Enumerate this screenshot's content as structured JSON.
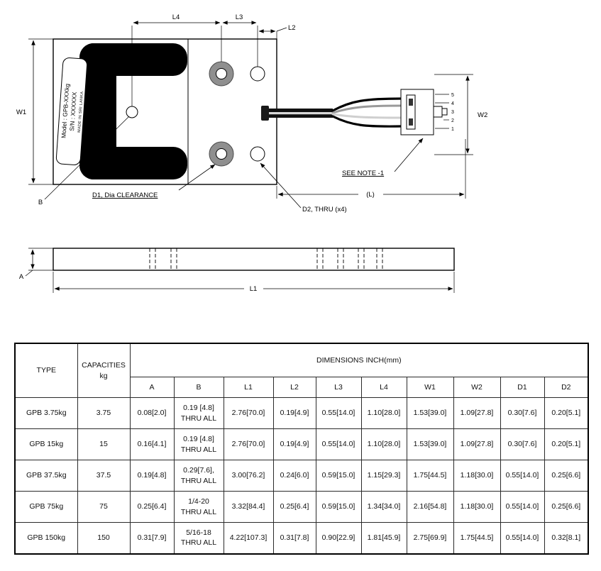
{
  "drawing": {
    "plate": {
      "model": "Model : GPB-XXXkg",
      "serial": "S/N : XXXXXX",
      "origin": "MADE IN SRI LANKA"
    },
    "dims": {
      "W1": "W1",
      "W2": "W2",
      "L2": "L2",
      "L3": "L3",
      "L4": "L4",
      "L": "(L)",
      "A": "A",
      "L1": "L1"
    },
    "callouts": {
      "B": "B",
      "D1": "D1, Dia CLEARANCE",
      "D2": "D2, THRU (x4)",
      "note": "SEE NOTE -1"
    },
    "pins": [
      "5",
      "4",
      "3",
      "2",
      "1"
    ]
  },
  "table": {
    "header": {
      "type": "TYPE",
      "capacities": "CAPACITIES\nkg",
      "dimensions": "DIMENSIONS INCH(mm)",
      "columns": [
        "A",
        "B",
        "L1",
        "L2",
        "L3",
        "L4",
        "W1",
        "W2",
        "D1",
        "D2"
      ]
    },
    "rows": [
      {
        "type": "GPB 3.75kg",
        "capacity": "3.75",
        "values": [
          "0.08[2.0]",
          "0.19 [4.8]\nTHRU ALL",
          "2.76[70.0]",
          "0.19[4.9]",
          "0.55[14.0]",
          "1.10[28.0]",
          "1.53[39.0]",
          "1.09[27.8]",
          "0.30[7.6]",
          "0.20[5.1]"
        ]
      },
      {
        "type": "GPB 15kg",
        "capacity": "15",
        "values": [
          "0.16[4.1]",
          "0.19 [4.8]\nTHRU ALL",
          "2.76[70.0]",
          "0.19[4.9]",
          "0.55[14.0]",
          "1.10[28.0]",
          "1.53[39.0]",
          "1.09[27.8]",
          "0.30[7.6]",
          "0.20[5.1]"
        ]
      },
      {
        "type": "GPB 37.5kg",
        "capacity": "37.5",
        "values": [
          "0.19[4.8]",
          "0.29[7.6],\nTHRU ALL",
          "3.00[76.2]",
          "0.24[6.0]",
          "0.59[15.0]",
          "1.15[29.3]",
          "1.75[44.5]",
          "1.18[30.0]",
          "0.55[14.0]",
          "0.25[6.6]"
        ]
      },
      {
        "type": "GPB 75kg",
        "capacity": "75",
        "values": [
          "0.25[6.4]",
          "1/4-20\nTHRU ALL",
          "3.32[84.4]",
          "0.25[6.4]",
          "0.59[15.0]",
          "1.34[34.0]",
          "2.16[54.8]",
          "1.18[30.0]",
          "0.55[14.0]",
          "0.25[6.6]"
        ]
      },
      {
        "type": "GPB 150kg",
        "capacity": "150",
        "values": [
          "0.31[7.9]",
          "5/16-18\nTHRU ALL",
          "4.22[107.3]",
          "0.31[7.8]",
          "0.90[22.9]",
          "1.81[45.9]",
          "2.75[69.9]",
          "1.75[44.5]",
          "0.55[14.0]",
          "0.32[8.1]"
        ]
      }
    ]
  }
}
